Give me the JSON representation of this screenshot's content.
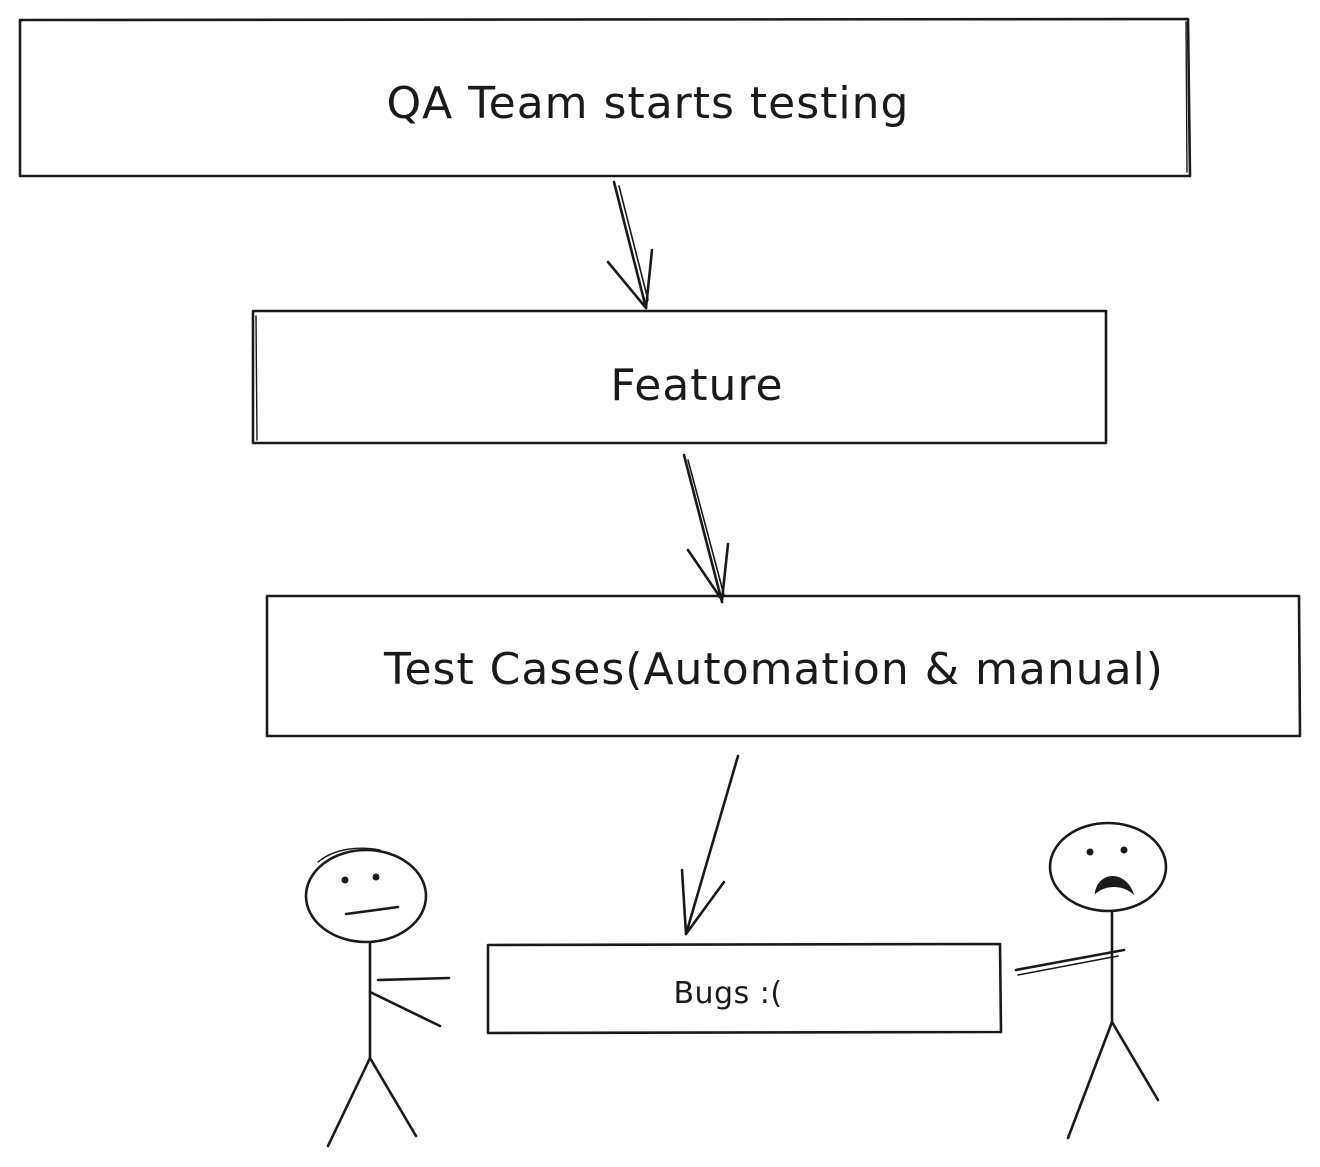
{
  "boxes": {
    "qa_team": "QA Team starts testing",
    "feature": "Feature",
    "test_cases": "Test Cases(Automation & manual)",
    "bugs": "Bugs :("
  },
  "figures": {
    "left_person_expression": "neutral",
    "right_person_expression": "sad"
  }
}
